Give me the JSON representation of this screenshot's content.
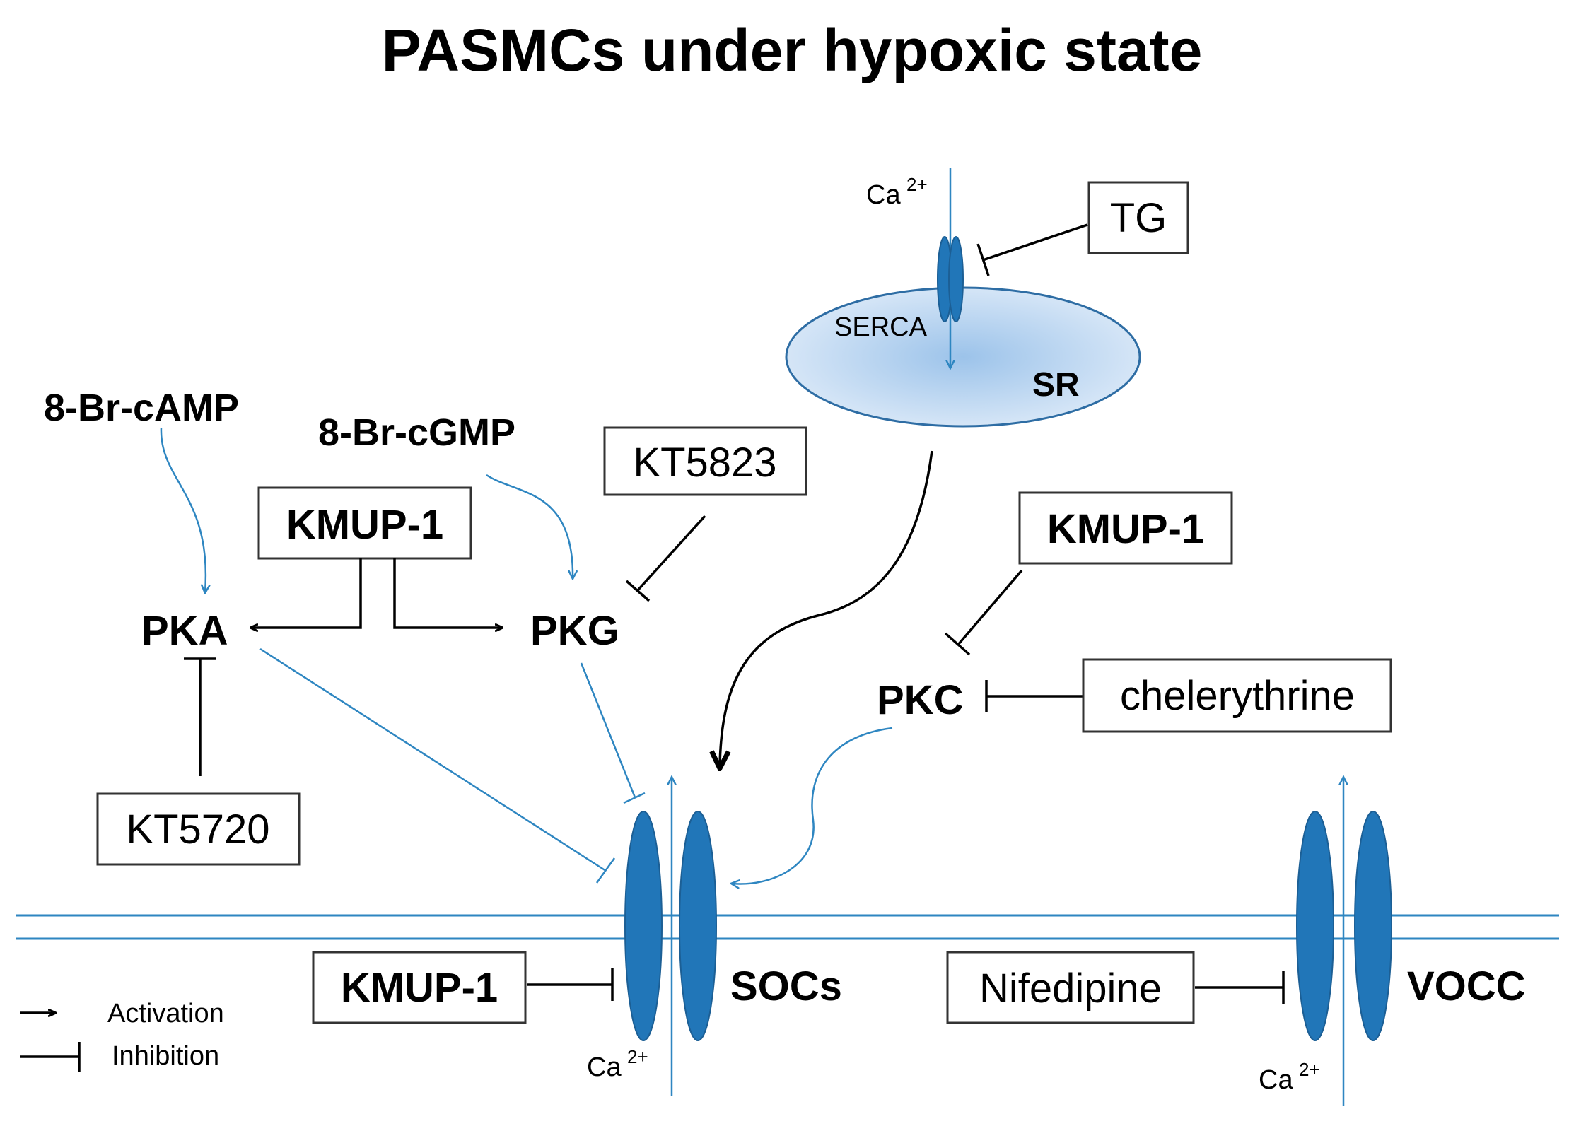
{
  "title": "PASMCs under hypoxic state",
  "nodes": {
    "br_camp": "8-Br-cAMP",
    "br_cgmp": "8-Br-cGMP",
    "kmup1_top": "KMUP-1",
    "kt5823": "KT5823",
    "pka": "PKA",
    "pkg": "PKG",
    "kt5720": "KT5720",
    "kmup1_right": "KMUP-1",
    "pkc": "PKC",
    "chelerythrine": "chelerythrine",
    "tg": "TG",
    "serca": "SERCA",
    "sr": "SR",
    "kmup1_bottom": "KMUP-1",
    "socs": "SOCs",
    "nifedipine": "Nifedipine",
    "vocc": "VOCC",
    "ca_serca": "Ca",
    "ca_socs": "Ca",
    "ca_vocc": "Ca",
    "ca_charge": "2+"
  },
  "legend": {
    "activation": "Activation",
    "inhibition": "Inhibition"
  },
  "colors": {
    "accent_blue": "#2e86c1",
    "channel_blue": "#2176b8",
    "sr_fill_center": "#9cc3ea",
    "sr_fill_edge": "#dbe9f8"
  }
}
